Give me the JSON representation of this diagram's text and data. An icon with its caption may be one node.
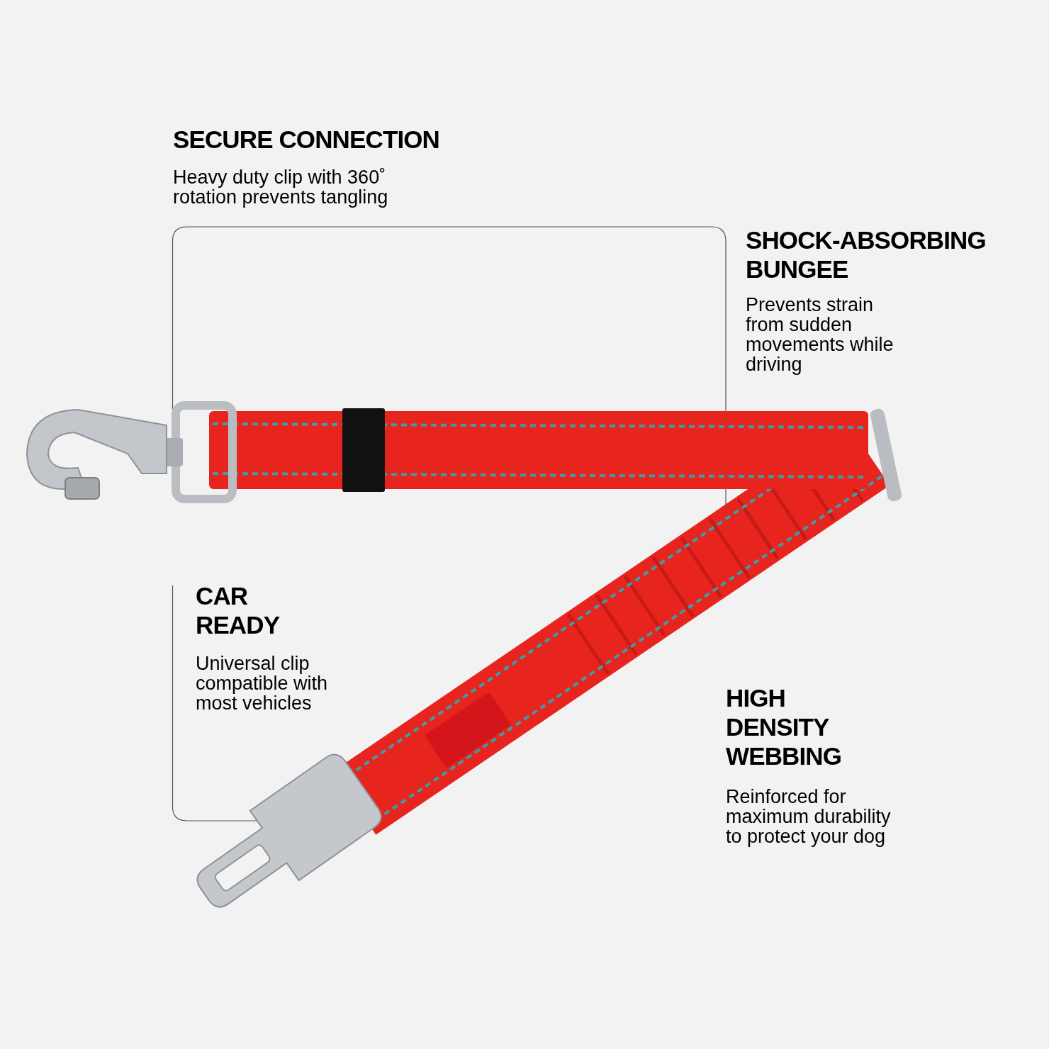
{
  "diagram": {
    "labels": [
      "SECURE CONNECTION",
      "Heavy duty clip with 360˚ rotation prevents tangling",
      "SHOCK-ABSORBING BUNGEE",
      "Prevents strain from sudden movements while driving",
      "CAR READY",
      "Universal clip compatible with most vehicles",
      "HIGH DENSITY WEBBING",
      "Reinforced for maximum durability to protect your dog"
    ]
  }
}
